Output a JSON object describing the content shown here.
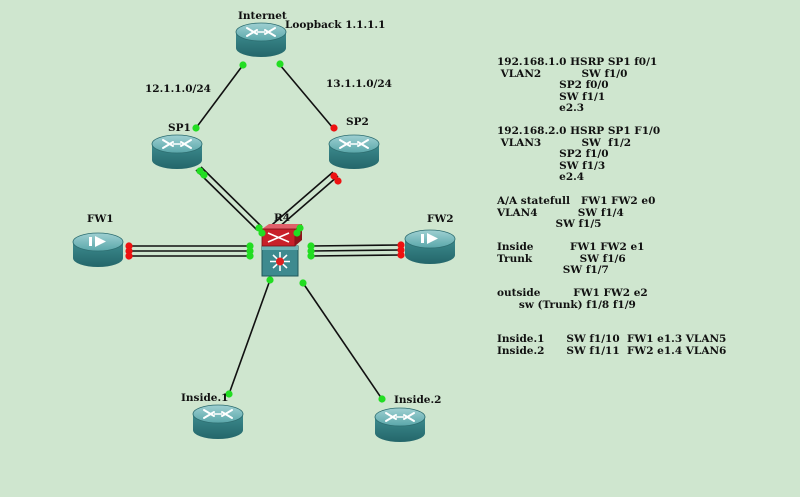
{
  "labels": {
    "internet": "Internet",
    "loopback": "Loopback 1.1.1.1",
    "net_left": "12.1.1.0/24",
    "net_right": "13.1.1.0/24",
    "sp1": "SP1",
    "sp2": "SP2",
    "r4": "R4",
    "fw1": "FW1",
    "fw2": "FW2",
    "inside1": "Inside.1",
    "inside2": "Inside.2"
  },
  "notes": {
    "block1": "192.168.1.0 HSRP SP1 f0/1\n VLAN2           SW f1/0\n                 SP2 f0/0\n                 SW f1/1\n                 e2.3",
    "block2": "192.168.2.0 HSRP SP1 F1/0\n VLAN3           SW  f1/2\n                 SP2 f1/0\n                 SW f1/3\n                 e2.4",
    "block3": "A/A statefull   FW1 FW2 e0\nVLAN4           SW f1/4\n                SW f1/5",
    "block4": "Inside          FW1 FW2 e1\nTrunk             SW f1/6\n                  SW f1/7",
    "block5": "outside         FW1 FW2 e2\n      sw (Trunk) f1/8 f1/9",
    "block6": "Inside.1      SW f1/10  FW1 e1.3 VLAN5\nInside.2      SW f1/11  FW2 e1.4 VLAN6"
  },
  "colors": {
    "background": "#cfe6cf",
    "link_up": "#22dd22",
    "link_down": "#ee1111",
    "device": "#3f8f92"
  }
}
